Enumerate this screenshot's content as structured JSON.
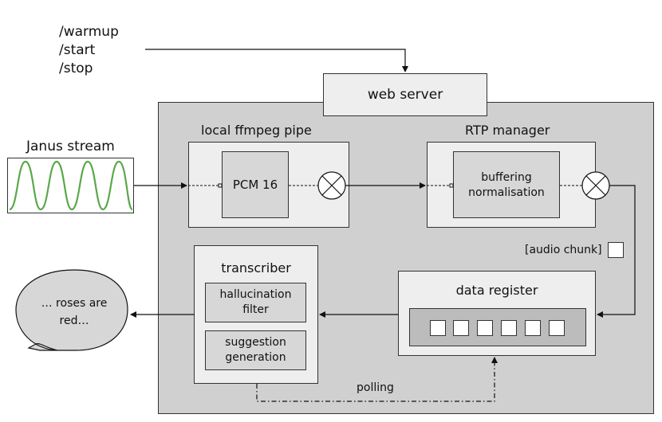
{
  "commands": [
    "/warmup",
    "/start",
    "/stop"
  ],
  "web_server": "web server",
  "janus_stream": "Janus stream",
  "ffmpeg": {
    "title": "local ffmpeg pipe",
    "pcm": "PCM 16"
  },
  "rtp": {
    "title": "RTP manager",
    "buffer": [
      "buffering",
      "normalisation"
    ]
  },
  "audio_chunk": "[audio chunk]",
  "transcriber": {
    "title": "transcriber",
    "filter": [
      "hallucination",
      "filter"
    ],
    "suggestion": [
      "suggestion",
      "generation"
    ]
  },
  "data_register": "data register",
  "polling": "polling",
  "speech_bubble": [
    "… roses are",
    "red…"
  ],
  "colors": {
    "server_bg": "#d0d0d0",
    "module_bg": "#eeeeee",
    "inner_bg": "#d7d7d7",
    "register_bar": "#bcbcbc",
    "wave": "#5aa84a"
  }
}
